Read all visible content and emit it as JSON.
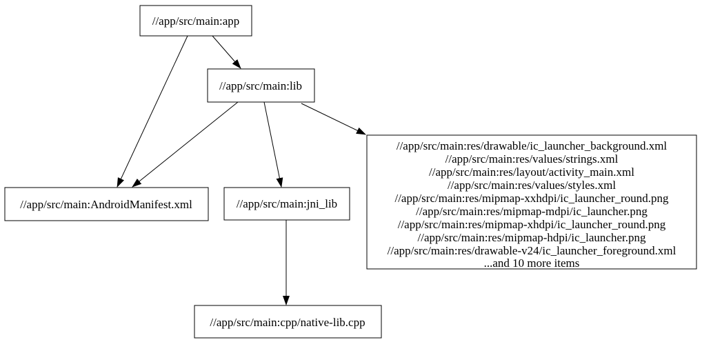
{
  "diagram": {
    "type": "dependency-graph",
    "colors": {
      "background": "#ffffff",
      "node_fill": "#ffffff",
      "node_border": "#000000",
      "edge": "#000000",
      "text": "#000000"
    },
    "nodes": {
      "app": {
        "label": "//app/src/main:app"
      },
      "lib": {
        "label": "//app/src/main:lib"
      },
      "manifest": {
        "label": "//app/src/main:AndroidManifest.xml"
      },
      "jni_lib": {
        "label": "//app/src/main:jni_lib"
      },
      "res_group": {
        "lines": [
          "//app/src/main:res/drawable/ic_launcher_background.xml",
          "//app/src/main:res/values/strings.xml",
          "//app/src/main:res/layout/activity_main.xml",
          "//app/src/main:res/values/styles.xml",
          "//app/src/main:res/mipmap-xxhdpi/ic_launcher_round.png",
          "//app/src/main:res/mipmap-mdpi/ic_launcher.png",
          "//app/src/main:res/mipmap-xhdpi/ic_launcher_round.png",
          "//app/src/main:res/mipmap-hdpi/ic_launcher.png",
          "//app/src/main:res/drawable-v24/ic_launcher_foreground.xml",
          "...and 10 more items"
        ]
      },
      "cpp": {
        "label": "//app/src/main:cpp/native-lib.cpp"
      }
    },
    "edges": [
      {
        "from": "//app/src/main:app",
        "to": "//app/src/main:lib"
      },
      {
        "from": "//app/src/main:app",
        "to": "//app/src/main:AndroidManifest.xml"
      },
      {
        "from": "//app/src/main:lib",
        "to": "//app/src/main:AndroidManifest.xml"
      },
      {
        "from": "//app/src/main:lib",
        "to": "//app/src/main:jni_lib"
      },
      {
        "from": "//app/src/main:lib",
        "to": "res_group"
      },
      {
        "from": "//app/src/main:jni_lib",
        "to": "//app/src/main:cpp/native-lib.cpp"
      }
    ]
  }
}
